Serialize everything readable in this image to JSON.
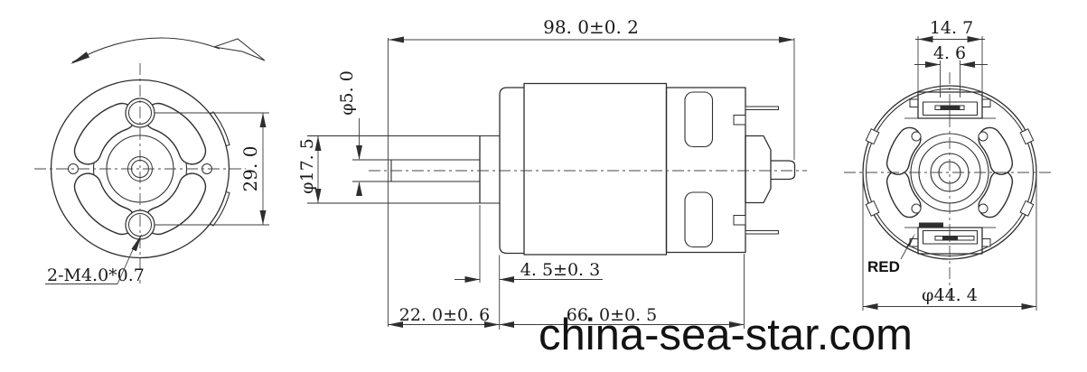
{
  "drawing": {
    "type": "engineering-drawing",
    "subject": "DC motor outline, three orthographic views",
    "line_color": "#2e2e2e",
    "background": "#ffffff",
    "front": {
      "hole_label": "2-M4.0*0.7",
      "hole_spacing": "29. 0"
    },
    "side": {
      "overall_length": "98. 0±0. 2",
      "shaft_dia": "φ5. 0",
      "boss_dia": "φ17. 5",
      "boss_len": "4. 5±0. 3",
      "shaft_len": "22. 0±0. 6",
      "body_len": "66. 0±0. 5"
    },
    "rear": {
      "terminal_span": "14. 7",
      "terminal_pitch": "4. 6",
      "red_label": "RED",
      "body_dia": "φ44. 4"
    },
    "watermark": "china-sea-star.com"
  }
}
